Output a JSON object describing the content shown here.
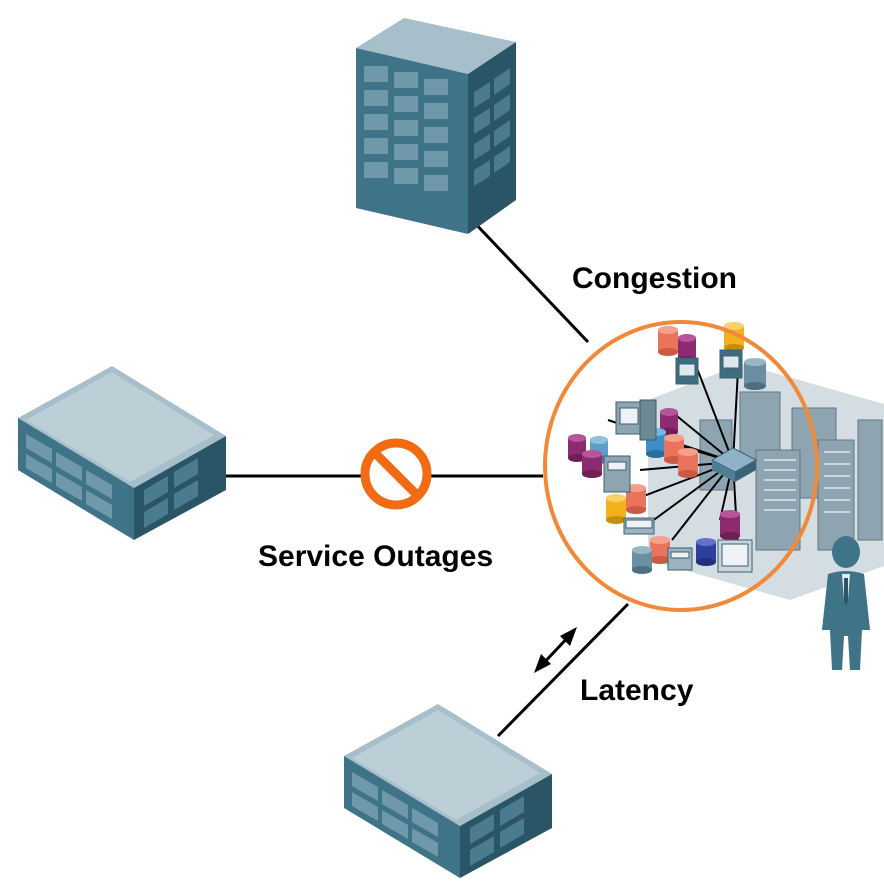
{
  "labels": {
    "congestion": "Congestion",
    "service_outages": "Service Outages",
    "latency": "Latency"
  },
  "colors": {
    "building_front": "#3f7388",
    "building_side": "#2d5a6b",
    "building_top": "#9cb7c3",
    "window": "#6f98aa",
    "orange_accent": "#f08a3a",
    "link_line": "#000000",
    "rack": "#8ea4b0"
  },
  "icons": {
    "hq_building": "office-tower-icon",
    "branch_building": "branch-office-icon",
    "data_center": "data-center-icon",
    "blocked": "no-entry-icon",
    "latency_arrow": "double-arrow-icon",
    "user": "person-icon"
  }
}
